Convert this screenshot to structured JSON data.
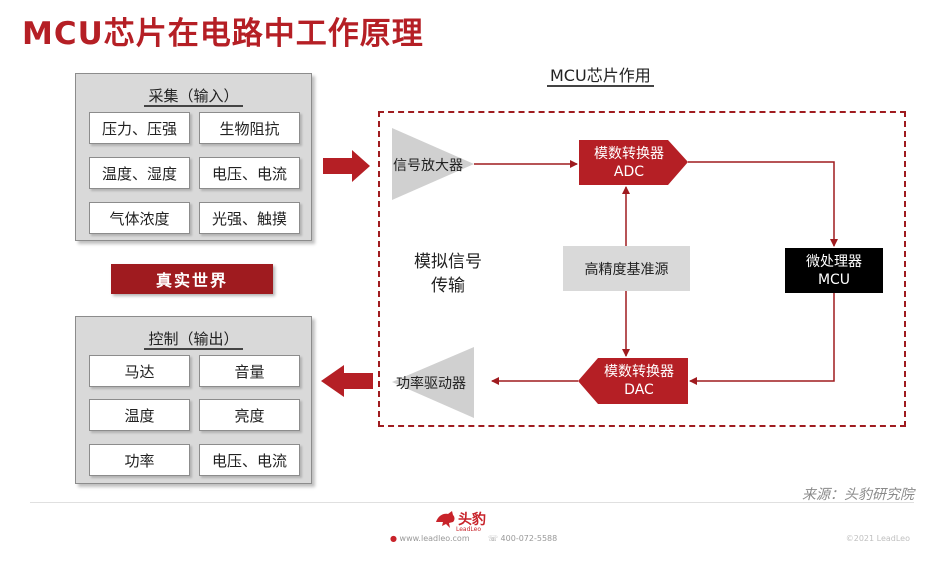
{
  "title": "MCU芯片在电路中工作原理",
  "input_panel": {
    "heading": "采集（输入）",
    "items": [
      "压力、压强",
      "生物阻抗",
      "温度、湿度",
      "电压、电流",
      "气体浓度",
      "光强、触摸"
    ]
  },
  "world_label": "真实世界",
  "output_panel": {
    "heading": "控制（输出）",
    "items": [
      "马达",
      "音量",
      "温度",
      "亮度",
      "功率",
      "电压、电流"
    ]
  },
  "mcu_section": {
    "heading": "MCU芯片作用",
    "amplifier": "信号放大器",
    "adc": {
      "line1": "模数转换器",
      "line2": "ADC"
    },
    "reference": "高精度基准源",
    "mcu": {
      "line1": "微处理器",
      "line2": "MCU"
    },
    "dac": {
      "line1": "模数转换器",
      "line2": "DAC"
    },
    "driver": "功率驱动器",
    "analog": {
      "line1": "模拟信号",
      "line2": "传输"
    }
  },
  "source": "来源：头豹研究院",
  "footer": {
    "logo": "头豹",
    "logo_sub": "LeadLeo",
    "url": "www.leadleo.com",
    "phone": "400-072-5588",
    "copyright": "©2021 LeadLeo"
  },
  "colors": {
    "accent": "#b51f25",
    "dark_red": "#9f1b1f",
    "panel": "#d9d9d9"
  }
}
